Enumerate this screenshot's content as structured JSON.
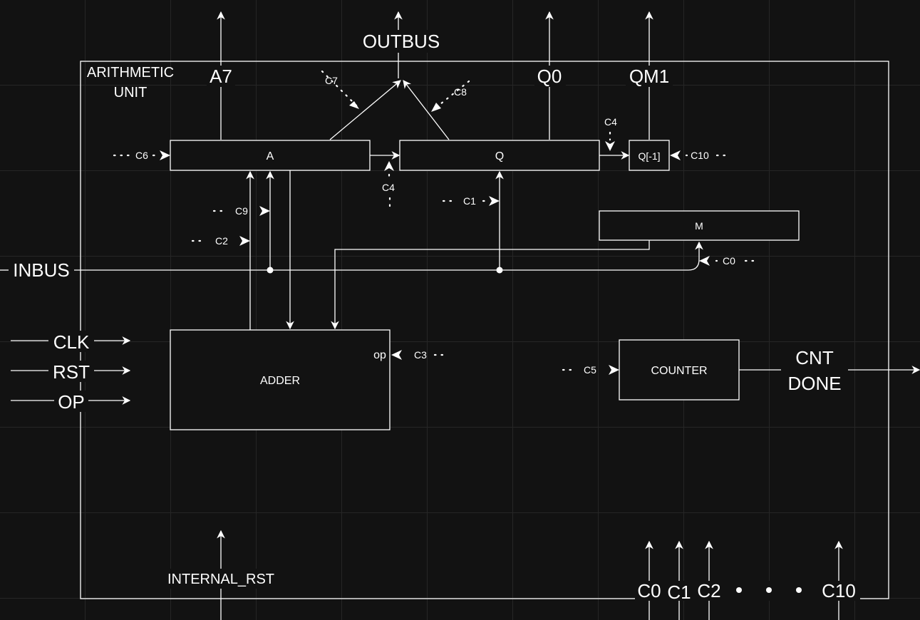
{
  "colors": {
    "background": "#121212",
    "stroke": "#ffffff",
    "grid": "#262626"
  },
  "unit_title": [
    "ARITHMETIC",
    "UNIT"
  ],
  "outputs": {
    "outbus": "OUTBUS",
    "a7": "A7",
    "q0": "Q0",
    "qm1": "QM1"
  },
  "inputs": {
    "inbus": "INBUS",
    "clk": "CLK",
    "rst": "RST",
    "op": "OP"
  },
  "registers": {
    "a": "A",
    "q": "Q",
    "qm1": "Q[-1]",
    "m": "M"
  },
  "adder": {
    "label": "ADDER",
    "op_port": "op"
  },
  "counter": {
    "label": "COUNTER",
    "done_line1": "CNT",
    "done_line2": "DONE"
  },
  "controls": {
    "c0": "C0",
    "c1": "C1",
    "c2": "C2",
    "c3": "C3",
    "c4": "C4",
    "c5": "C5",
    "c6": "C6",
    "c7": "C7",
    "c8": "C8",
    "c9": "C9",
    "c10": "C10"
  },
  "internal_rst": "INTERNAL_RST",
  "bottom_inputs": [
    "C0",
    "C1",
    "C2",
    "C10"
  ]
}
